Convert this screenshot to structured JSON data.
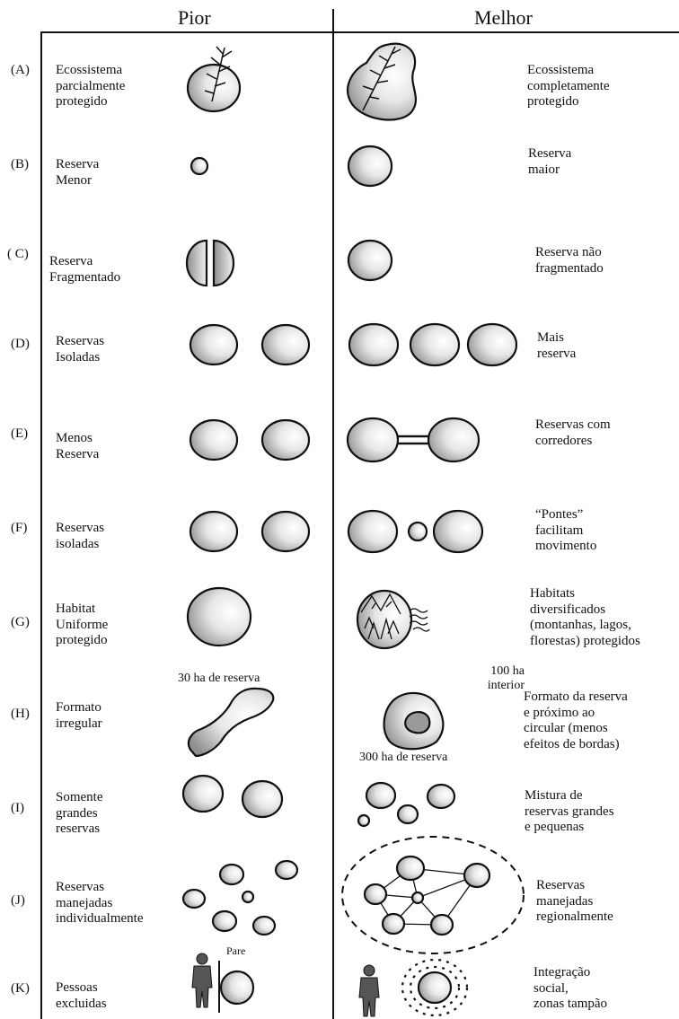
{
  "colors": {
    "ink": "#111111",
    "shape_fill_light": "#f4f4f4",
    "shape_fill_dark": "#9a9a9a"
  },
  "header": {
    "left": "Pior",
    "right": "Melhor"
  },
  "rows": [
    {
      "letter": "(A)",
      "left": "Ecossistema\nparcialmente\nprotegido",
      "right": "Ecossistema\ncompletamente\nprotegido"
    },
    {
      "letter": "(B)",
      "left": "Reserva\nMenor",
      "right": "Reserva\nmaior"
    },
    {
      "letter": "( C)",
      "left": "Reserva\nFragmentado",
      "right": "Reserva não\nfragmentado"
    },
    {
      "letter": "(D)",
      "left": "Reservas\nIsoladas",
      "right": "Mais\nreserva"
    },
    {
      "letter": "(E)",
      "left": "Menos\nReserva",
      "right": "Reservas com\ncorredores"
    },
    {
      "letter": "(F)",
      "left": "Reservas\nisoladas",
      "right": "“Pontes”\nfacilitam\nmovimento"
    },
    {
      "letter": "(G)",
      "left": "Habitat\nUniforme\nprotegido",
      "right": "Habitats\ndiversificados\n(montanhas, lagos,\nflorestas) protegidos"
    },
    {
      "letter": "(H)",
      "left": "Formato\nirregular",
      "right": "Formato da reserva\ne próximo ao\ncircular (menos\nefeitos de bordas)"
    },
    {
      "letter": "(I)",
      "left": "Somente\ngrandes\nreservas",
      "right": "Mistura de\nreservas grandes\ne pequenas"
    },
    {
      "letter": "(J)",
      "left": "Reservas\nmanejadas\nindividualmente",
      "right": "Reservas\nmanejadas\nregionalmente"
    },
    {
      "letter": "(K)",
      "left": "Pessoas\nexcluidas",
      "right": "Integração\nsocial,\nzonas tampão"
    }
  ],
  "captions": {
    "h_left": "30 ha de reserva",
    "h_right_top": "100 ha\ninterior",
    "h_right_bottom": "300 ha de reserva",
    "k_sign": "Pare"
  },
  "icons": [
    "leaf-icon",
    "mountain-forest-icon",
    "person-icon",
    "wave-icon"
  ]
}
